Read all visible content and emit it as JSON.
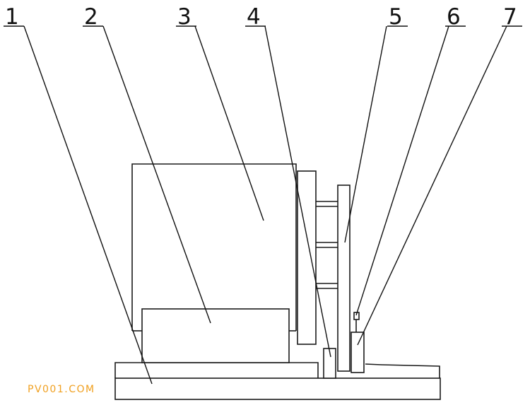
{
  "diagram": {
    "callouts": [
      {
        "label": "1",
        "part": "base-plate"
      },
      {
        "label": "2",
        "part": "lower-block"
      },
      {
        "label": "3",
        "part": "upper-housing"
      },
      {
        "label": "4",
        "part": "small-block"
      },
      {
        "label": "5",
        "part": "vertical-plate"
      },
      {
        "label": "6",
        "part": "pin"
      },
      {
        "label": "7",
        "part": "small-block-right"
      }
    ]
  },
  "watermark": {
    "text": "PV001.COM",
    "color": "#f0a020"
  }
}
